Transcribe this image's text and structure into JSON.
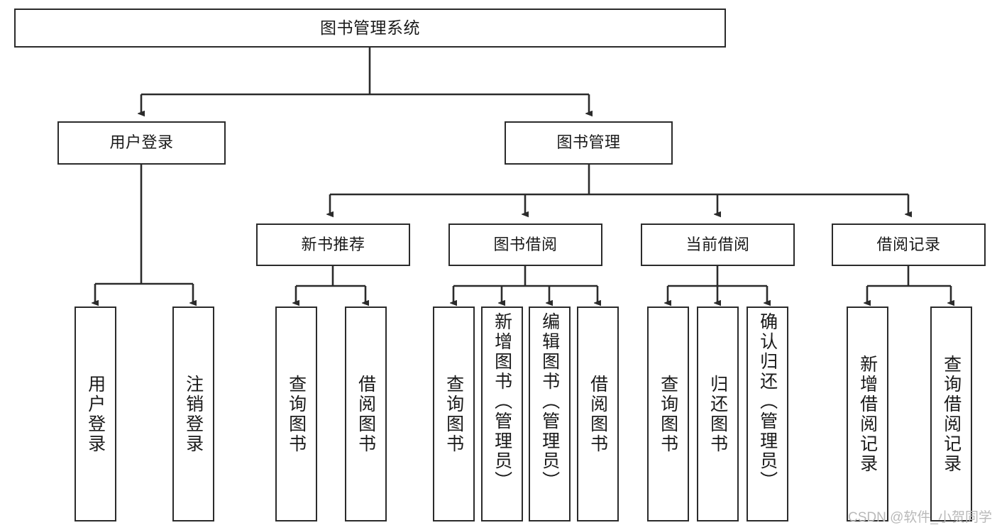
{
  "diagram": {
    "title": "图书管理系统",
    "type": "functional-structure-tree",
    "root": {
      "id": "root",
      "label": "图书管理系统"
    },
    "level2": [
      {
        "id": "user-login",
        "label": "用户登录"
      },
      {
        "id": "book-manage",
        "label": "图书管理"
      }
    ],
    "level3": [
      {
        "id": "new-book-recommend",
        "label": "新书推荐"
      },
      {
        "id": "book-borrow",
        "label": "图书借阅"
      },
      {
        "id": "current-borrow",
        "label": "当前借阅"
      },
      {
        "id": "borrow-record",
        "label": "借阅记录"
      }
    ],
    "leaves": {
      "user_login": [
        {
          "id": "leaf-user-login",
          "label": "用户登录"
        },
        {
          "id": "leaf-logout-login",
          "label": "注销登录"
        }
      ],
      "new_book_recommend": [
        {
          "id": "leaf-query-book-1",
          "label": "查询图书"
        },
        {
          "id": "leaf-borrow-book-1",
          "label": "借阅图书"
        }
      ],
      "book_borrow": [
        {
          "id": "leaf-query-book-2",
          "label": "查询图书"
        },
        {
          "id": "leaf-add-book",
          "label": "新增图书（管理员）"
        },
        {
          "id": "leaf-edit-book",
          "label": "编辑图书（管理员）"
        },
        {
          "id": "leaf-borrow-book-2",
          "label": "借阅图书"
        }
      ],
      "current_borrow": [
        {
          "id": "leaf-query-book-3",
          "label": "查询图书"
        },
        {
          "id": "leaf-return-book",
          "label": "归还图书"
        },
        {
          "id": "leaf-confirm-return",
          "label": "确认归还（管理员）"
        }
      ],
      "borrow_record": [
        {
          "id": "leaf-add-record",
          "label": "新增借阅记录"
        },
        {
          "id": "leaf-query-record",
          "label": "查询借阅记录"
        }
      ]
    },
    "colors": {
      "stroke": "#2b2b2b",
      "fill": "#ffffff",
      "text": "#1a1a1a",
      "watermark": "#b9b9b9"
    }
  },
  "watermark": {
    "text": "CSDN @软件_小贺同学"
  }
}
